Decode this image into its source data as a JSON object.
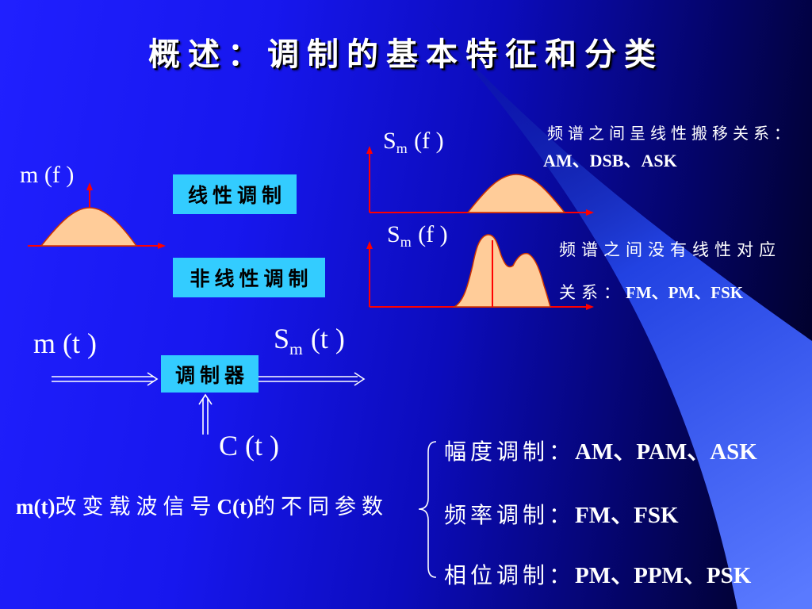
{
  "title": "概述：调制的基本特征和分类",
  "colors": {
    "box": "#33CCFF",
    "spectrum_fill": "#FFCC99",
    "spectrum_outline": "#CC3300",
    "axis": "#FF0000",
    "text": "#FFFFFF"
  },
  "spectra": {
    "baseband": {
      "label": "m (f )"
    },
    "linear": {
      "symbol": "S",
      "subscript": "m",
      "argument": "(f )"
    },
    "nonlinear": {
      "symbol": "S",
      "subscript": "m",
      "argument": "(f )"
    }
  },
  "categories": {
    "linear": "线性调制",
    "nonlinear": "非线性调制"
  },
  "notes": {
    "linear": {
      "line1": "频谱之间呈线性搬移关系：",
      "line2": "AM、DSB、ASK"
    },
    "nonlinear": {
      "line1": "频谱之间没有线性对应",
      "line2_prefix": "关系：",
      "line2_examples": "FM、PM、FSK"
    }
  },
  "block_diagram": {
    "modulator": "调制器",
    "input": "m (t )",
    "output": {
      "symbol": "S",
      "subscript": "m",
      "argument": "(t )"
    },
    "carrier": "C (t )"
  },
  "statement": {
    "parts": [
      "m(t)",
      "改变载波信号",
      "C(t)",
      "的不同参数"
    ]
  },
  "classification": [
    {
      "name": "幅度调制：",
      "examples": "AM、PAM、ASK"
    },
    {
      "name": "频率调制：",
      "examples": "FM、FSK"
    },
    {
      "name": "相位调制：",
      "examples": "PM、PPM、PSK"
    }
  ]
}
